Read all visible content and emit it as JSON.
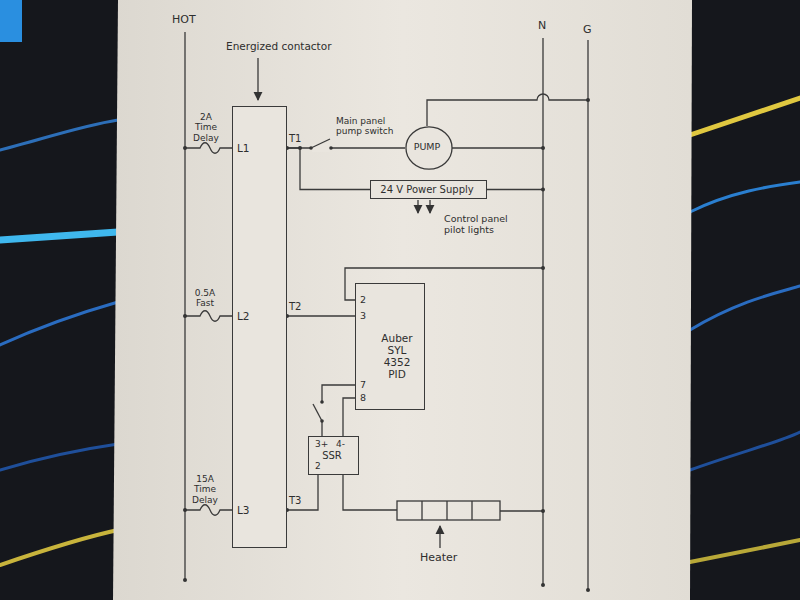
{
  "diagram": {
    "nodes": [
      {
        "text": [
          "L1",
          "L2",
          "L3"
        ]
      },
      {
        "text": [
          "PUMP"
        ]
      },
      {
        "text": [
          "24 V Power Supply"
        ]
      },
      {
        "text": [
          "2",
          "3",
          "Auber SYL 4352 PID",
          "7",
          "8"
        ]
      },
      {
        "text": [
          "3+",
          "4-",
          "SSR",
          "2"
        ]
      }
    ],
    "edges": [
      {
        "from": 0,
        "to": 1,
        "arrow": "none"
      },
      {
        "from": 0,
        "to": 2,
        "arrow": "none"
      },
      {
        "from": 0,
        "to": 3,
        "arrow": "none"
      },
      {
        "from": 0,
        "to": 4,
        "arrow": "none"
      },
      {
        "from": 3,
        "to": 4,
        "arrow": "none"
      },
      {
        "from": 3,
        "to": 4,
        "arrow": "none"
      }
    ],
    "labels": [
      "HOT",
      "N",
      "G",
      "Energized contactor",
      "2A Time Delay",
      "T1",
      "Main panel pump switch",
      "Control panel pilot lights",
      "0.5A Fast",
      "T2",
      "15A Time Delay",
      "T3",
      "Heater"
    ]
  }
}
